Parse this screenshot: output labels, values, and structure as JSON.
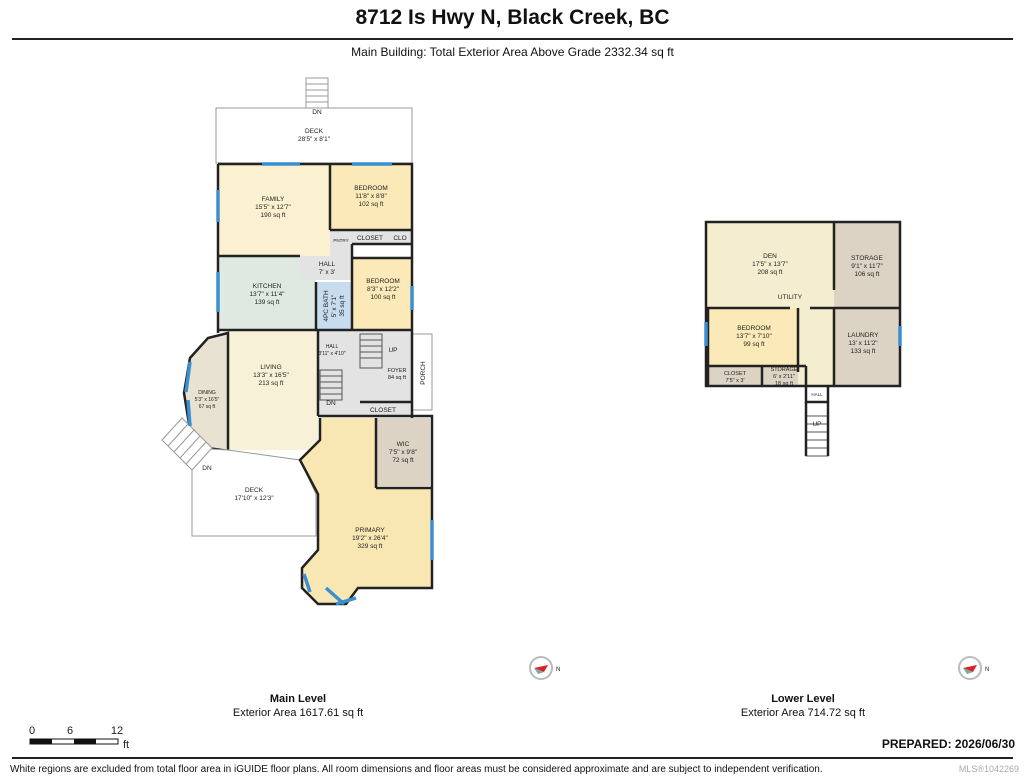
{
  "header": {
    "title": "8712 Is Hwy N, Black Creek, BC",
    "subtitle": "Main Building: Total Exterior Area Above Grade 2332.34 sq ft"
  },
  "colors": {
    "family": "#fbf0d0",
    "bedroom": "#fbeab8",
    "kitchen": "#dfe9e2",
    "bath": "#c8dcef",
    "living": "#f7f2d7",
    "hall": "#e3e3e3",
    "storage": "#ddd3c4",
    "dining": "#e8e2d2",
    "deck": "#ffffff",
    "primary": "#f9e7b3",
    "utility": "#f5edd0",
    "wall": "#222222",
    "window": "#3a8fd0"
  },
  "main_level": {
    "name": "Main Level",
    "area": "Exterior Area 1617.61 sq ft",
    "rooms": {
      "deck_top": {
        "name": "DECK",
        "dims": "28'5\" x 8'1\""
      },
      "family": {
        "name": "FAMILY",
        "dims": "15'5\" x 12'7\"",
        "area": "190 sq ft"
      },
      "bedroom1": {
        "name": "BEDROOM",
        "dims": "11'8\" x 8'8\"",
        "area": "102 sq ft"
      },
      "pantry": {
        "name": "PNTRY"
      },
      "closet1": {
        "name": "CLOSET"
      },
      "clo": {
        "name": "CLO"
      },
      "hall1": {
        "name": "HALL",
        "dims": "7' x 3'"
      },
      "kitchen": {
        "name": "KITCHEN",
        "dims": "13'7\" x 11'4\"",
        "area": "139 sq ft"
      },
      "bath": {
        "name": "4PC BATH",
        "dims": "5' x 7'1\"",
        "area": "35 sq ft"
      },
      "bedroom2": {
        "name": "BEDROOM",
        "dims": "8'3\" x 12'2\"",
        "area": "100 sq ft"
      },
      "hall2": {
        "name": "HALL",
        "dims": "3'11\" x 4'10\""
      },
      "up": "UP",
      "porch": {
        "name": "PORCH"
      },
      "foyer": {
        "name": "FOYER",
        "area": "84 sq ft"
      },
      "living": {
        "name": "LIVING",
        "dims": "13'3\" x 16'5\"",
        "area": "213 sq ft"
      },
      "dining": {
        "name": "DINING",
        "dims": "5'3\" x 16'5\"",
        "area": "67 sq ft"
      },
      "dn": "DN",
      "closet2": {
        "name": "CLOSET"
      },
      "wic": {
        "name": "WIC",
        "dims": "7'5\" x 9'8\"",
        "area": "72 sq ft"
      },
      "deck_left": {
        "name": "DECK",
        "dims": "17'10\" x 12'3\""
      },
      "primary": {
        "name": "PRIMARY",
        "dims": "19'2\" x 26'4\"",
        "area": "329 sq ft"
      }
    }
  },
  "lower_level": {
    "name": "Lower Level",
    "area": "Exterior Area 714.72 sq ft",
    "rooms": {
      "den": {
        "name": "DEN",
        "dims": "17'5\" x 13'7\"",
        "area": "208 sq ft"
      },
      "storage1": {
        "name": "STORAGE",
        "dims": "9'1\" x 11'7\"",
        "area": "106 sq ft"
      },
      "utility": {
        "name": "UTILITY"
      },
      "bedroom": {
        "name": "BEDROOM",
        "dims": "13'7\" x 7'10\"",
        "area": "99 sq ft"
      },
      "laundry": {
        "name": "LAUNDRY",
        "dims": "13' x 11'2\"",
        "area": "133 sq ft"
      },
      "closet": {
        "name": "CLOSET",
        "dims": "7'5\" x 3'"
      },
      "storage2": {
        "name": "STORAGE",
        "dims": "6' x 2'11\"",
        "area": "18 sq ft"
      },
      "hall": {
        "name": "HALL"
      },
      "up": "UP"
    }
  },
  "compass_label": "N",
  "scale_bar": {
    "labels": [
      "0",
      "6",
      "12"
    ],
    "unit": "ft"
  },
  "prepared": "PREPARED: 2026/06/30",
  "disclaimer": "White regions are excluded from total floor area in iGUIDE floor plans. All room dimensions and floor areas must be considered approximate and are subject to independent verification.",
  "mls": "MLS®1042269"
}
